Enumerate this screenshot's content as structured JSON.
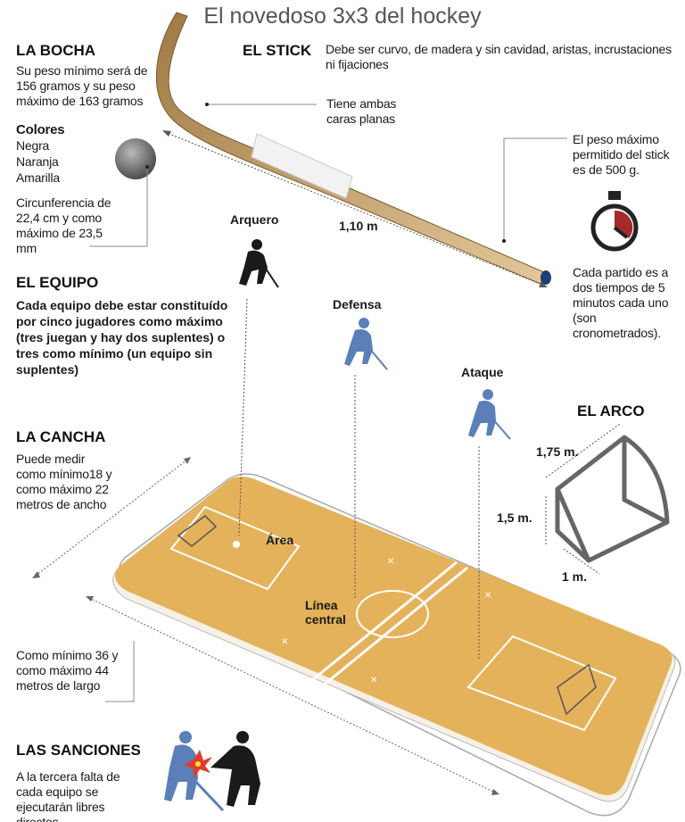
{
  "title": "El novedoso 3x3 del hockey",
  "bocha": {
    "heading": "LA BOCHA",
    "weight": "Su peso mínimo será de 156 gramos y su peso máximo de 163 gramos",
    "colors_heading": "Colores",
    "colors": [
      "Negra",
      "Naranja",
      "Amarilla"
    ],
    "circumference": "Circunferencia de 22,4 cm y como máximo de 23,5 mm"
  },
  "stick": {
    "heading": "EL STICK",
    "description": "Debe ser curvo, de madera y sin cavidad, aristas, incrustaciones ni fijaciones",
    "faces": "Tiene ambas caras planas",
    "length": "1,10 m",
    "weight": "El peso máximo permitido del stick es de 500 g."
  },
  "match": {
    "duration": "Cada partido es a dos tiempos de 5 minutos cada uno (son cronometrados)."
  },
  "equipo": {
    "heading": "EL EQUIPO",
    "text": "Cada equipo debe estar constituído por cinco jugadores como máximo (tres juegan y hay dos suplentes) o tres como mínimo (un equipo sin suplentes)"
  },
  "positions": {
    "arquero": "Arquero",
    "defensa": "Defensa",
    "ataque": "Ataque"
  },
  "cancha": {
    "heading": "LA CANCHA",
    "width": "Puede medir como mínimo18 y como máximo 22 metros de ancho",
    "length": "Como mínimo 36 y como máximo 44 metros de largo",
    "area_label": "Área",
    "center_line_label": "Línea central"
  },
  "arco": {
    "heading": "EL ARCO",
    "depth": "1,75 m.",
    "height": "1,5 m.",
    "width": "1 m."
  },
  "sanciones": {
    "heading": "LAS SANCIONES",
    "text": "A la tercera falta de cada equipo se ejecutarán libres directos."
  },
  "colors": {
    "court": "#e4b25a",
    "player_blue": "#5b7fb8",
    "wood": "#caa46a",
    "stopwatch_red": "#a62a2a"
  }
}
